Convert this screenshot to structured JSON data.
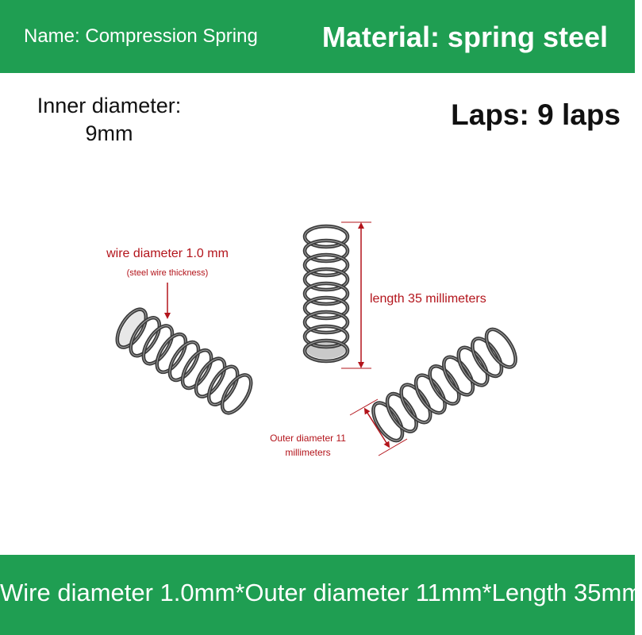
{
  "header": {
    "name_label": "Name: Compression Spring",
    "material_label": "Material: spring steel"
  },
  "info": {
    "inner_diameter_line1": "Inner diameter:",
    "inner_diameter_line2": "9mm",
    "laps": "Laps: 9 laps"
  },
  "annotations": {
    "wire_diameter": "wire diameter 1.0 mm",
    "wire_note": "(steel wire thickness)",
    "length": "length 35 millimeters",
    "outer_diameter_line1": "Outer diameter 11",
    "outer_diameter_line2": "millimeters"
  },
  "footer": {
    "specs": "Wire diameter 1.0mm*Outer diameter 11mm*Length 35mm"
  },
  "colors": {
    "band_green": "#1f9e52",
    "annotation_red": "#b3141b",
    "spring_steel": "#3a3a3a"
  },
  "icons": [
    "compression-spring-icon",
    "dimension-arrow-icon"
  ]
}
